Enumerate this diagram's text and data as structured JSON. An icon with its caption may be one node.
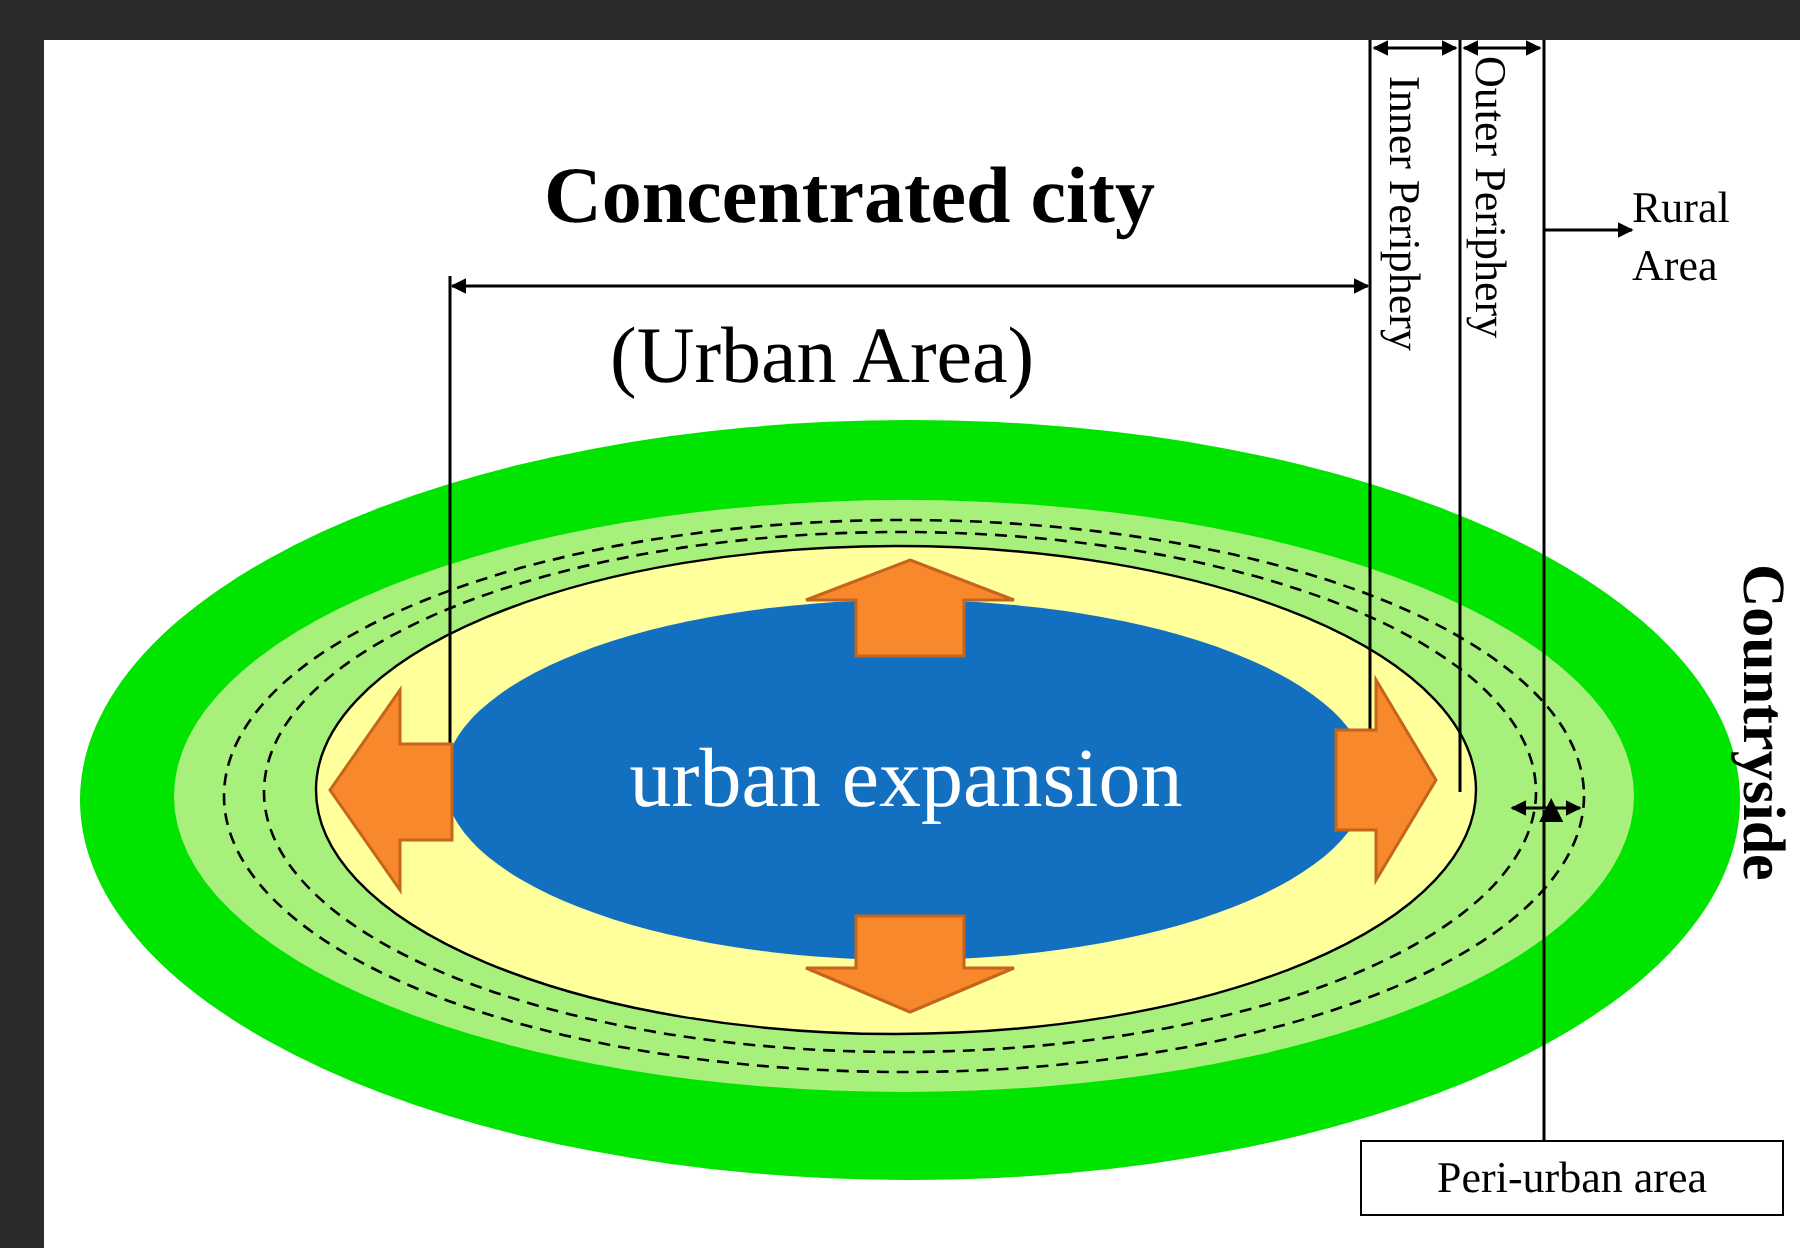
{
  "diagram": {
    "nodes": [
      {
        "text": [
          "urban expansion"
        ]
      },
      {
        "text": [
          "Rural Area"
        ]
      },
      {
        "text": [
          "Peri-urban area"
        ]
      }
    ],
    "edges": [
      {
        "from": null,
        "to": 1,
        "arrow": "to"
      },
      {
        "from": 2,
        "to": null,
        "arrow": "to"
      }
    ],
    "labels": [
      "Concentrated city",
      "(Urban Area)",
      "Inner Periphery",
      "Outer Periphery",
      "Countryside"
    ]
  }
}
